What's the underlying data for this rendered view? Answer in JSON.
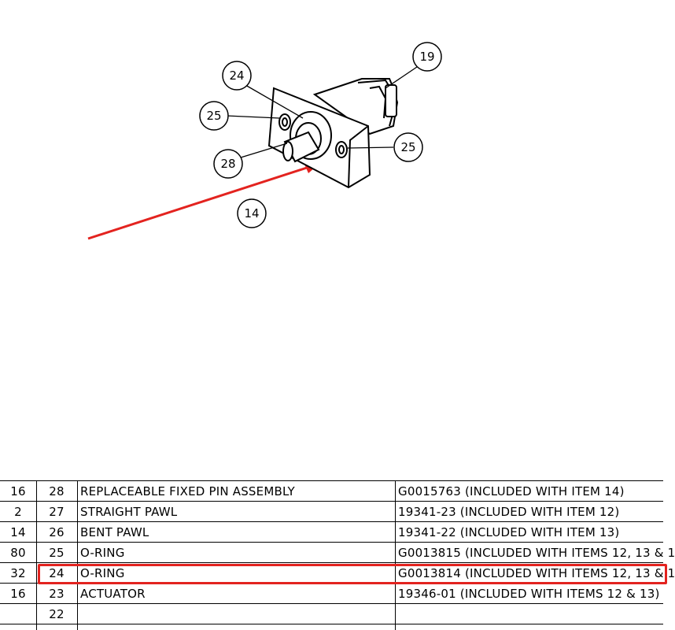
{
  "drawing": {
    "balloons": [
      "19",
      "24",
      "25",
      "25",
      "28",
      "14"
    ]
  },
  "parts_table": {
    "rows": [
      {
        "qty": "16",
        "item": "28",
        "description": "REPLACEABLE FIXED PIN ASSEMBLY",
        "part": "G0015763 (INCLUDED WITH ITEM 14)"
      },
      {
        "qty": "2",
        "item": "27",
        "description": "STRAIGHT PAWL",
        "part": "19341-23 (INCLUDED WITH ITEM 12)"
      },
      {
        "qty": "14",
        "item": "26",
        "description": "BENT PAWL",
        "part": "19341-22 (INCLUDED WITH ITEM 13)"
      },
      {
        "qty": "80",
        "item": "25",
        "description": "O-RING",
        "part": "G0013815 (INCLUDED WITH ITEMS 12, 13 & 1"
      },
      {
        "qty": "32",
        "item": "24",
        "description": "O-RING",
        "part": "G0013814 (INCLUDED WITH ITEMS 12, 13 & 1"
      },
      {
        "qty": "16",
        "item": "23",
        "description": "ACTUATOR",
        "part": "19346-01 (INCLUDED WITH ITEMS 12 & 13)"
      },
      {
        "qty": "",
        "item": "22",
        "description": "",
        "part": ""
      }
    ]
  },
  "colors": {
    "highlight": "#e3231f",
    "arrow": "#e3231f",
    "line": "#000000"
  }
}
